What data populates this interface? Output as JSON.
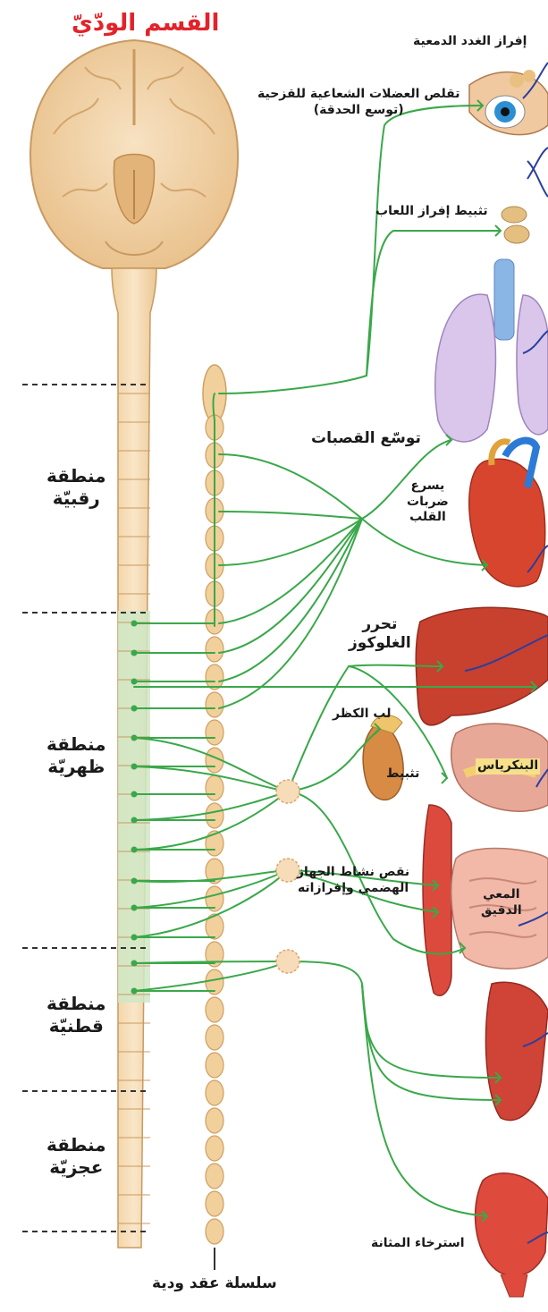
{
  "title": "القسم الودّيّ",
  "regions": {
    "cervical": [
      "منطقة",
      "رقبيّة"
    ],
    "thoracic": [
      "منطقة",
      "ظهريّة"
    ],
    "lumbar": [
      "منطقة",
      "قطنيّة"
    ],
    "sacral": [
      "منطقة",
      "عجزيّة"
    ]
  },
  "chain_label": "سلسلة عقد ودية",
  "effects": {
    "lacrimal": "إفراز الغدد الدمعية",
    "pupil": [
      "تقلص العضلات الشعاعية للقزحية",
      "(توسع الحدقة)"
    ],
    "saliva": "تثبيط إفراز اللعاب",
    "bronchi": "توسّع القصبات",
    "heart": [
      "يسرع",
      "ضربات",
      "القلب"
    ],
    "glucose": [
      "تحرر",
      "الغلوكوز"
    ],
    "adrenal": "لب الكظر",
    "pancreas": "البنكرياس",
    "inhibit": "تثبيط",
    "digestive": [
      "نقص نشاط الجهاز",
      "الهضمي وإفرازاته"
    ],
    "intestine": [
      "المعي",
      "الدقيق"
    ],
    "bladder": "استرخاء المثانة"
  },
  "colors": {
    "nerve": "#3aa84a",
    "spinal_cord": "#f3d9ad",
    "brain": "#f2d3a6",
    "title": "#e2232a",
    "thoracolumbar_zone": "#cfe8c6"
  }
}
